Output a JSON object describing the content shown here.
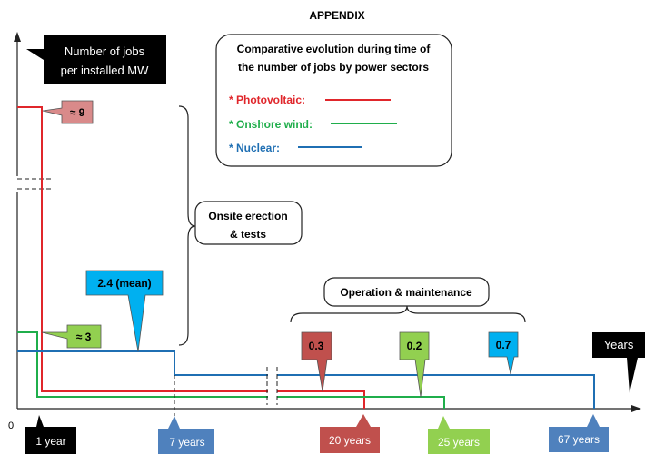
{
  "title": "APPENDIX",
  "origin_label": "0",
  "y_axis_callout": {
    "line1": "Number of jobs",
    "line2": "per installed MW"
  },
  "x_axis_callout": "Years",
  "legend": {
    "title_line1": "Comparative evolution during time of",
    "title_line2": "the number of jobs by power sectors",
    "entries": [
      {
        "label": "* Photovoltaic:",
        "color": "#e0262b"
      },
      {
        "label": "* Onshore wind:",
        "color": "#1fae4b"
      },
      {
        "label": "* Nuclear:",
        "color": "#1f6fb3"
      }
    ]
  },
  "phase_labels": {
    "onsite_line1": "Onsite erection",
    "onsite_line2": "& tests",
    "operation": "Operation & maintenance"
  },
  "callouts": {
    "pv_construction": "≈ 9",
    "wind_construction": "≈ 3",
    "nuclear_construction": "2.4 (mean)",
    "pv_operation": "0.3",
    "wind_operation": "0.2",
    "nuclear_operation": "0.7"
  },
  "time_markers": {
    "one_year": "1 year",
    "seven_years": "7 years",
    "twenty_years": "20 years",
    "twenty_five_years": "25 years",
    "sixty_seven_years": "67 years"
  },
  "colors": {
    "photovoltaic": "#e0262b",
    "wind": "#1fae4b",
    "nuclear": "#1f6fb3",
    "pv_callout": "#d98a8a",
    "pv_op_callout": "#c0504d",
    "wind_callout": "#92d050",
    "nuclear_callout": "#00b0f0",
    "nuclear_time": "#4f81bd"
  },
  "chart_data": {
    "type": "line",
    "series": [
      {
        "name": "Photovoltaic",
        "construction_jobs_per_mw": 9,
        "construction_years": 1,
        "operation_jobs_per_mw": 0.3,
        "lifetime_years": 20
      },
      {
        "name": "Onshore wind",
        "construction_jobs_per_mw": 3,
        "construction_years": 1,
        "operation_jobs_per_mw": 0.2,
        "lifetime_years": 25
      },
      {
        "name": "Nuclear",
        "construction_jobs_per_mw": 2.4,
        "construction_years": 7,
        "operation_jobs_per_mw": 0.7,
        "lifetime_years": 67
      }
    ],
    "ylabel": "Number of jobs per installed MW",
    "xlabel": "Years"
  }
}
